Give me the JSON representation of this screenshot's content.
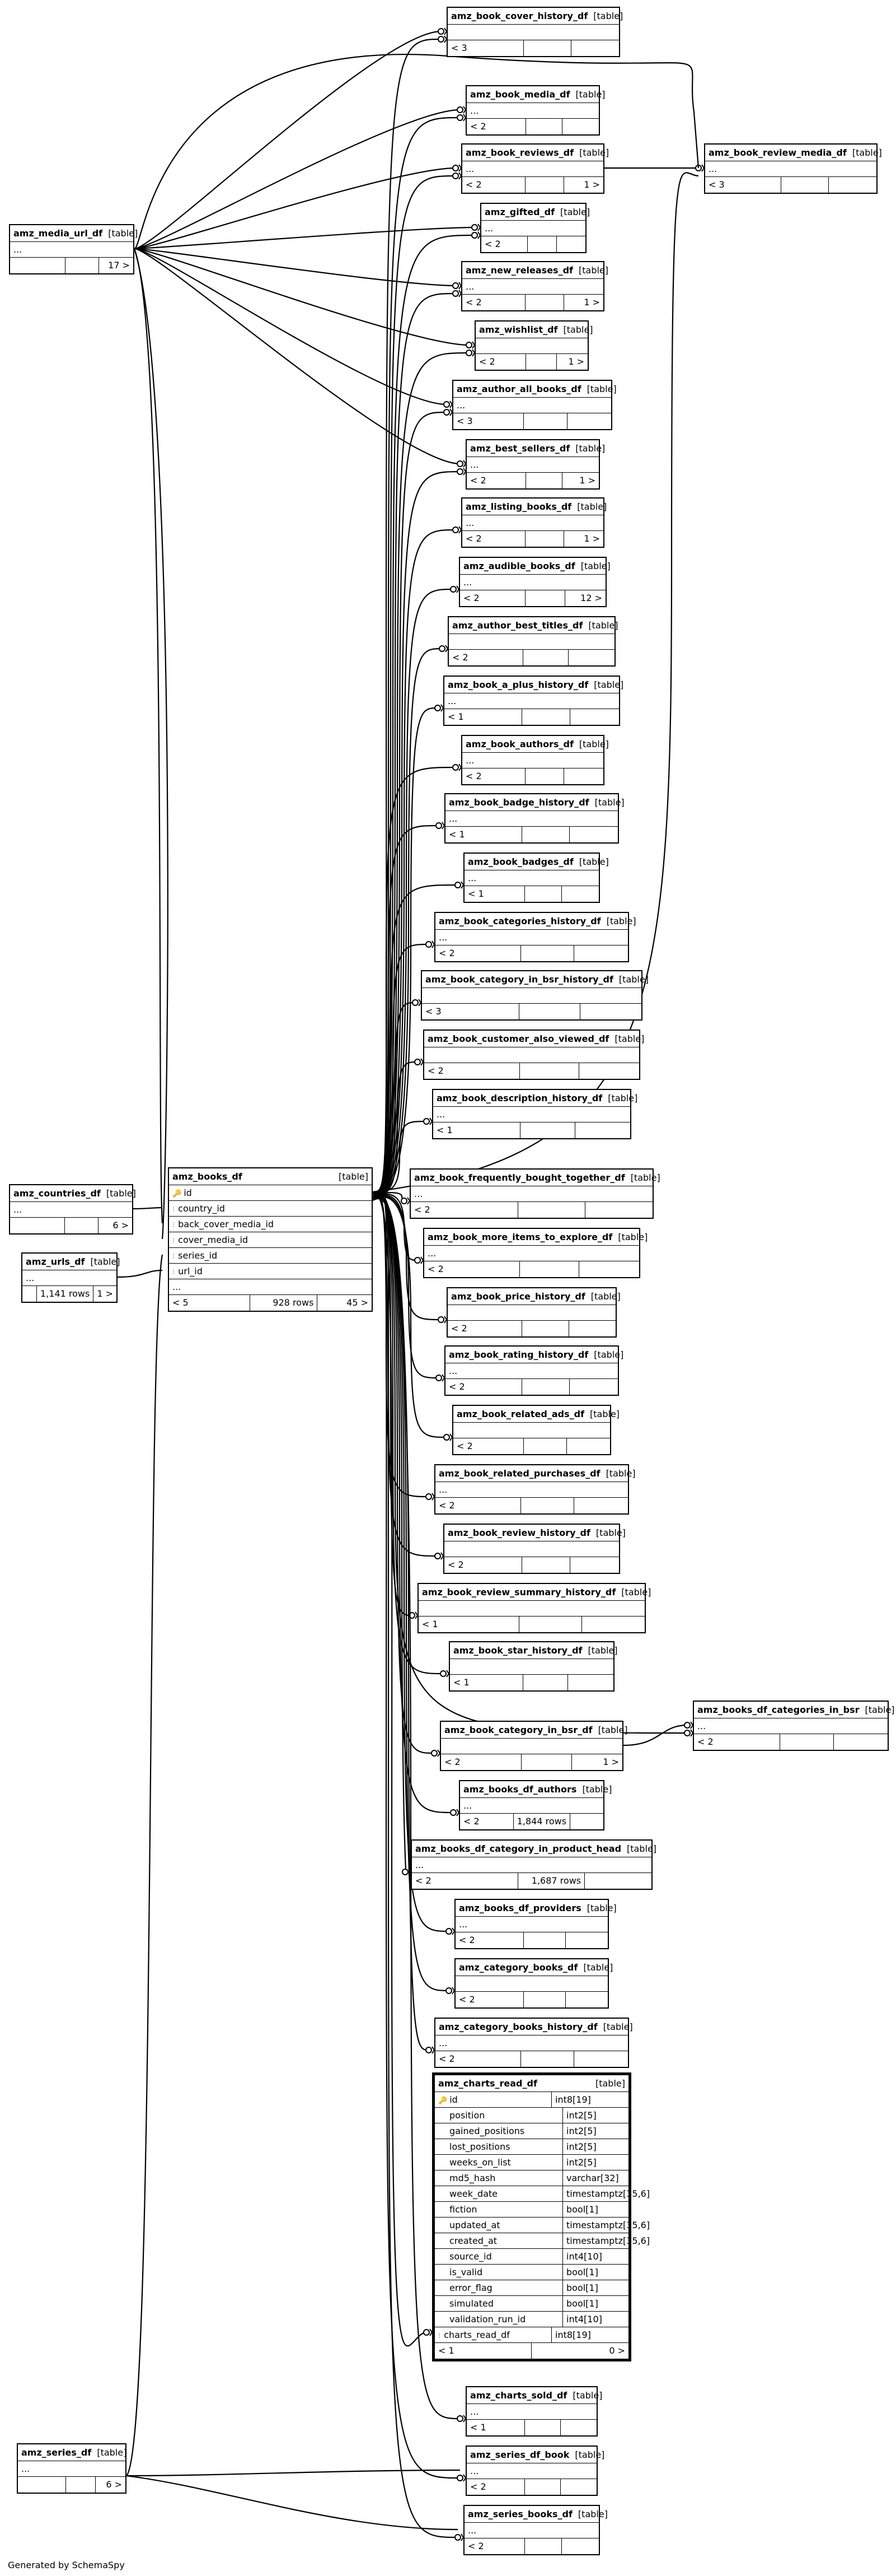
{
  "footer": "Generated by SchemaSpy",
  "type_label": "[table]",
  "colors": {
    "line": "#000000",
    "background": "#ffffff"
  },
  "tables": [
    {
      "id": "cover_history",
      "name": "amz_book_cover_history_df",
      "ellipsis": false,
      "footer": [
        "< 3",
        "",
        ""
      ]
    },
    {
      "id": "book_media",
      "name": "amz_book_media_df",
      "ellipsis": true,
      "footer": [
        "< 2",
        "",
        ""
      ]
    },
    {
      "id": "book_reviews",
      "name": "amz_book_reviews_df",
      "ellipsis": true,
      "footer": [
        "< 2",
        "",
        "1 >"
      ]
    },
    {
      "id": "review_media",
      "name": "amz_book_review_media_df",
      "ellipsis": true,
      "footer": [
        "< 3",
        "",
        ""
      ]
    },
    {
      "id": "gifted",
      "name": "amz_gifted_df",
      "ellipsis": true,
      "footer": [
        "< 2",
        "",
        ""
      ]
    },
    {
      "id": "new_releases",
      "name": "amz_new_releases_df",
      "ellipsis": true,
      "footer": [
        "< 2",
        "",
        "1 >"
      ]
    },
    {
      "id": "wishlist",
      "name": "amz_wishlist_df",
      "ellipsis": false,
      "footer": [
        "< 2",
        "",
        "1 >"
      ]
    },
    {
      "id": "media_url",
      "name": "amz_media_url_df",
      "ellipsis": true,
      "footer": [
        "",
        "",
        "17 >"
      ]
    },
    {
      "id": "author_all_books",
      "name": "amz_author_all_books_df",
      "ellipsis": true,
      "footer": [
        "< 3",
        "",
        ""
      ]
    },
    {
      "id": "best_sellers",
      "name": "amz_best_sellers_df",
      "ellipsis": true,
      "footer": [
        "< 2",
        "",
        "1 >"
      ]
    },
    {
      "id": "listing_books",
      "name": "amz_listing_books_df",
      "ellipsis": true,
      "footer": [
        "< 2",
        "",
        "1 >"
      ]
    },
    {
      "id": "audible_books",
      "name": "amz_audible_books_df",
      "ellipsis": true,
      "footer": [
        "< 2",
        "",
        "12 >"
      ]
    },
    {
      "id": "author_best_titles",
      "name": "amz_author_best_titles_df",
      "ellipsis": false,
      "footer": [
        "< 2",
        "",
        ""
      ]
    },
    {
      "id": "a_plus_history",
      "name": "amz_book_a_plus_history_df",
      "ellipsis": true,
      "footer": [
        "< 1",
        "",
        ""
      ]
    },
    {
      "id": "book_authors",
      "name": "amz_book_authors_df",
      "ellipsis": true,
      "footer": [
        "< 2",
        "",
        ""
      ]
    },
    {
      "id": "badge_history",
      "name": "amz_book_badge_history_df",
      "ellipsis": true,
      "footer": [
        "< 1",
        "",
        ""
      ]
    },
    {
      "id": "book_badges",
      "name": "amz_book_badges_df",
      "ellipsis": true,
      "footer": [
        "< 1",
        "",
        ""
      ]
    },
    {
      "id": "categories_history",
      "name": "amz_book_categories_history_df",
      "ellipsis": true,
      "footer": [
        "< 2",
        "",
        ""
      ]
    },
    {
      "id": "cat_in_bsr_history",
      "name": "amz_book_category_in_bsr_history_df",
      "ellipsis": false,
      "footer": [
        "< 3",
        "",
        ""
      ]
    },
    {
      "id": "customer_also_viewed",
      "name": "amz_book_customer_also_viewed_df",
      "ellipsis": false,
      "footer": [
        "< 2",
        "",
        ""
      ]
    },
    {
      "id": "description_history",
      "name": "amz_book_description_history_df",
      "ellipsis": true,
      "footer": [
        "< 1",
        "",
        ""
      ]
    },
    {
      "id": "freq_bought",
      "name": "amz_book_frequently_bought_together_df",
      "ellipsis": true,
      "footer": [
        "< 2",
        "",
        ""
      ]
    },
    {
      "id": "more_items",
      "name": "amz_book_more_items_to_explore_df",
      "ellipsis": true,
      "footer": [
        "< 2",
        "",
        ""
      ]
    },
    {
      "id": "price_history",
      "name": "amz_book_price_history_df",
      "ellipsis": false,
      "footer": [
        "< 2",
        "",
        ""
      ]
    },
    {
      "id": "rating_history",
      "name": "amz_book_rating_history_df",
      "ellipsis": true,
      "footer": [
        "< 2",
        "",
        ""
      ]
    },
    {
      "id": "related_ads",
      "name": "amz_book_related_ads_df",
      "ellipsis": false,
      "footer": [
        "< 2",
        "",
        ""
      ]
    },
    {
      "id": "related_purchases",
      "name": "amz_book_related_purchases_df",
      "ellipsis": true,
      "footer": [
        "< 2",
        "",
        ""
      ]
    },
    {
      "id": "review_history",
      "name": "amz_book_review_history_df",
      "ellipsis": false,
      "footer": [
        "< 2",
        "",
        ""
      ]
    },
    {
      "id": "review_summary_history",
      "name": "amz_book_review_summary_history_df",
      "ellipsis": false,
      "footer": [
        "< 1",
        "",
        ""
      ]
    },
    {
      "id": "star_history",
      "name": "amz_book_star_history_df",
      "ellipsis": false,
      "footer": [
        "< 1",
        "",
        ""
      ]
    },
    {
      "id": "books_df_cat_in_bsr",
      "name": "amz_books_df_categories_in_bsr",
      "ellipsis": true,
      "footer": [
        "< 2",
        "",
        ""
      ]
    },
    {
      "id": "book_category_in_bsr",
      "name": "amz_book_category_in_bsr_df",
      "ellipsis": false,
      "footer": [
        "< 2",
        "",
        "1 >"
      ]
    },
    {
      "id": "books_df_authors",
      "name": "amz_books_df_authors",
      "ellipsis": true,
      "footer": [
        "< 2",
        "1,844 rows",
        ""
      ]
    },
    {
      "id": "cat_in_product_head",
      "name": "amz_books_df_category_in_product_head",
      "ellipsis": true,
      "footer": [
        "< 2",
        "1,687 rows",
        ""
      ]
    },
    {
      "id": "books_df_providers",
      "name": "amz_books_df_providers",
      "ellipsis": true,
      "footer": [
        "< 2",
        "",
        ""
      ]
    },
    {
      "id": "category_books",
      "name": "amz_category_books_df",
      "ellipsis": false,
      "footer": [
        "< 2",
        "",
        ""
      ]
    },
    {
      "id": "category_books_history",
      "name": "amz_category_books_history_df",
      "ellipsis": true,
      "footer": [
        "< 2",
        "",
        ""
      ]
    },
    {
      "id": "charts_sold",
      "name": "amz_charts_sold_df",
      "ellipsis": true,
      "footer": [
        "< 1",
        "",
        ""
      ]
    },
    {
      "id": "series_df_book",
      "name": "amz_series_df_book",
      "ellipsis": true,
      "footer": [
        "< 2",
        "",
        ""
      ]
    },
    {
      "id": "series_books",
      "name": "amz_series_books_df",
      "ellipsis": true,
      "footer": [
        "< 2",
        "",
        ""
      ]
    },
    {
      "id": "countries",
      "name": "amz_countries_df",
      "ellipsis": true,
      "footer": [
        "",
        "",
        "6 >"
      ]
    },
    {
      "id": "urls",
      "name": "amz_urls_df",
      "ellipsis": true,
      "footer": [
        "",
        "1,141 rows",
        "1 >"
      ]
    },
    {
      "id": "series",
      "name": "amz_series_df",
      "ellipsis": true,
      "footer": [
        "",
        "",
        "6 >"
      ]
    }
  ],
  "books": {
    "name": "amz_books_df",
    "columns": [
      "id",
      "country_id",
      "back_cover_media_id",
      "cover_media_id",
      "series_id",
      "url_id"
    ],
    "ellipsis": "...",
    "footer": [
      "< 5",
      "928 rows",
      "45 >"
    ]
  },
  "charts_read": {
    "name": "amz_charts_read_df",
    "columns": [
      {
        "name": "id",
        "type": "int8[19]"
      },
      {
        "name": "position",
        "type": "int2[5]"
      },
      {
        "name": "gained_positions",
        "type": "int2[5]"
      },
      {
        "name": "lost_positions",
        "type": "int2[5]"
      },
      {
        "name": "weeks_on_list",
        "type": "int2[5]"
      },
      {
        "name": "md5_hash",
        "type": "varchar[32]"
      },
      {
        "name": "week_date",
        "type": "timestamptz[35,6]"
      },
      {
        "name": "fiction",
        "type": "bool[1]"
      },
      {
        "name": "updated_at",
        "type": "timestamptz[35,6]"
      },
      {
        "name": "created_at",
        "type": "timestamptz[35,6]"
      },
      {
        "name": "source_id",
        "type": "int4[10]"
      },
      {
        "name": "is_valid",
        "type": "bool[1]"
      },
      {
        "name": "error_flag",
        "type": "bool[1]"
      },
      {
        "name": "simulated",
        "type": "bool[1]"
      },
      {
        "name": "validation_run_id",
        "type": "int4[10]"
      },
      {
        "name": "charts_read_df",
        "type": "int8[19]"
      }
    ],
    "footer": [
      "< 1",
      "0 >"
    ]
  }
}
